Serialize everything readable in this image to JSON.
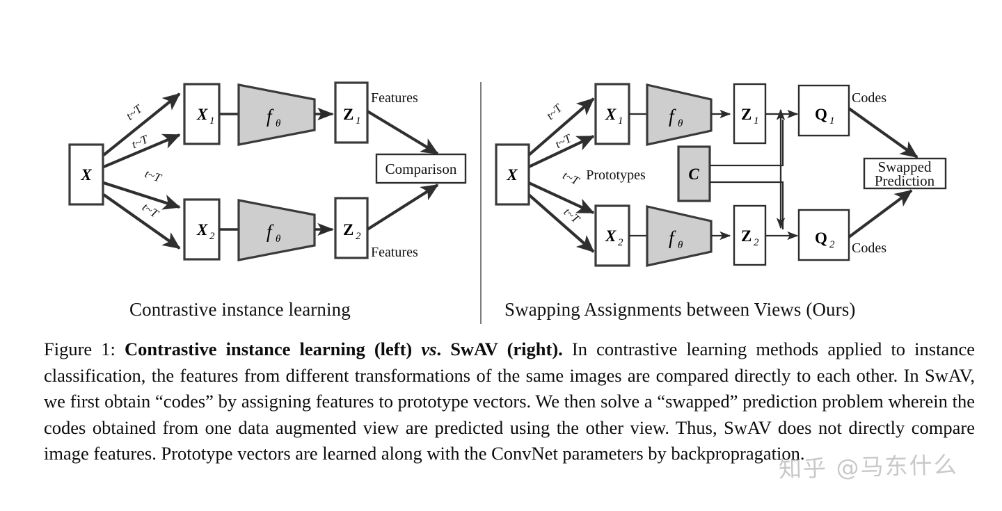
{
  "figure": {
    "panels": [
      {
        "id": "left",
        "caption": "Contrastive instance learning",
        "source_box": "X",
        "views": [
          {
            "label": "X",
            "sub": "1"
          },
          {
            "label": "X",
            "sub": "2"
          }
        ],
        "encoder_label": "f",
        "encoder_sub": "θ",
        "features": [
          {
            "label": "Z",
            "sub": "1"
          },
          {
            "label": "Z",
            "sub": "2"
          }
        ],
        "feature_annotation": "Features",
        "comparison_box": "Comparison",
        "edge_labels": [
          "t~T",
          "t~T",
          "t~T",
          "t~T"
        ]
      },
      {
        "id": "right",
        "caption": "Swapping Assignments between Views (Ours)",
        "source_box": "X",
        "views": [
          {
            "label": "X",
            "sub": "1"
          },
          {
            "label": "X",
            "sub": "2"
          }
        ],
        "encoder_label": "f",
        "encoder_sub": "θ",
        "features": [
          {
            "label": "Z",
            "sub": "1"
          },
          {
            "label": "Z",
            "sub": "2"
          }
        ],
        "codes": [
          {
            "label": "Q",
            "sub": "1"
          },
          {
            "label": "Q",
            "sub": "2"
          }
        ],
        "code_annotation": "Codes",
        "prototypes_label": "Prototypes",
        "prototypes_box": "C",
        "prediction_box_line1": "Swapped",
        "prediction_box_line2": "Prediction",
        "edge_labels": [
          "t~T",
          "t~T",
          "t~T",
          "t~T"
        ]
      }
    ],
    "caption": {
      "label": "Figure 1: ",
      "bold_title": "Contrastive instance learning (left) ",
      "bold_italic_vs": "vs",
      "bold_title_2": ". SwAV (right). ",
      "body": "In contrastive learning methods applied to instance classification, the features from different transformations of the same images are compared directly to each other. In SwAV, we first obtain “codes” by assigning features to prototype vectors. We then solve a “swapped” prediction problem wherein the codes obtained from one data augmented view are predicted using the other view. Thus, SwAV does not directly compare image features. Prototype vectors are learned along with the ConvNet parameters by backpropragation."
    },
    "watermark": "知乎 @马东什么",
    "colors": {
      "stroke": "#3a3a3a",
      "fill_gray": "#cfcfcf",
      "background": "#ffffff",
      "divider": "#7d7d7d"
    }
  }
}
